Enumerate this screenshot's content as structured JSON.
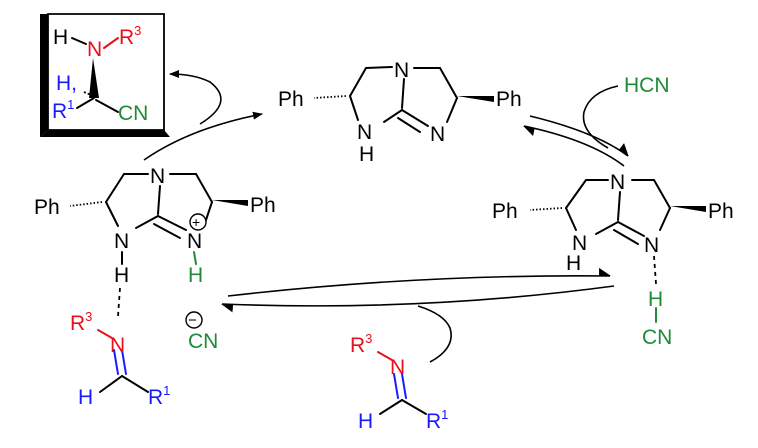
{
  "colors": {
    "black": "#000000",
    "red": "#e8101a",
    "blue": "#1a1aff",
    "green": "#1e8a3a"
  },
  "atoms": {
    "H": "H",
    "N": "N",
    "R": "R",
    "CN": "CN",
    "Ph": "Ph",
    "one": "1",
    "three": "3"
  },
  "reagent": {
    "hcn": "HCN"
  },
  "charges": {
    "plus": "+",
    "minus": "−"
  }
}
